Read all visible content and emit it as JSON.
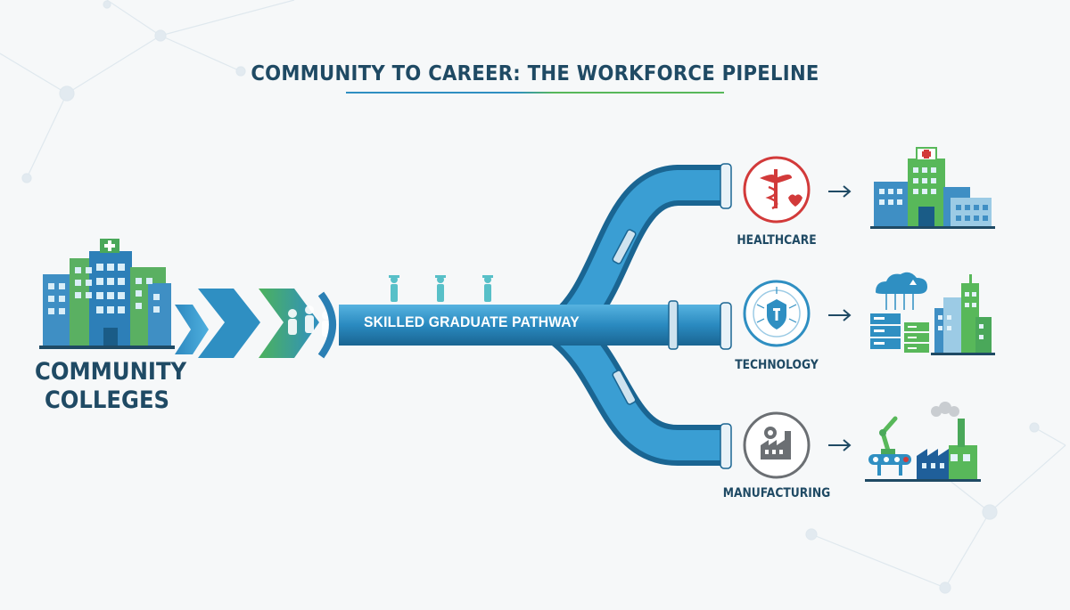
{
  "header": {
    "title": "COMMUNITY TO CAREER: THE WORKFORCE PIPELINE"
  },
  "source": {
    "label_line1": "COMMUNITY",
    "label_line2": "COLLEGES",
    "icon": "college-campus-icon"
  },
  "pipeline": {
    "label": "SKILLED GRADUATE PATHWAY",
    "icons": [
      "chevron-arrow-icon",
      "graduate-figure-icon"
    ]
  },
  "sectors": [
    {
      "label": "HEALTHCARE",
      "badge_icon": "caduceus-heart-icon",
      "destination_icon": "hospital-icon",
      "color": "#d23a3a"
    },
    {
      "label": "TECHNOLOGY",
      "badge_icon": "circuit-shield-icon",
      "destination_icon": "cloud-server-city-icon",
      "color": "#2f8fc2"
    },
    {
      "label": "MANUFACTURING",
      "badge_icon": "factory-gear-icon",
      "destination_icon": "robot-factory-icon",
      "color": "#6b6f73"
    }
  ],
  "colors": {
    "navy": "#1f4a64",
    "pipe_blue": "#2f8fc2",
    "pipe_dark": "#1d6f9e",
    "accent_green": "#58b85a",
    "health_red": "#d23a3a"
  }
}
